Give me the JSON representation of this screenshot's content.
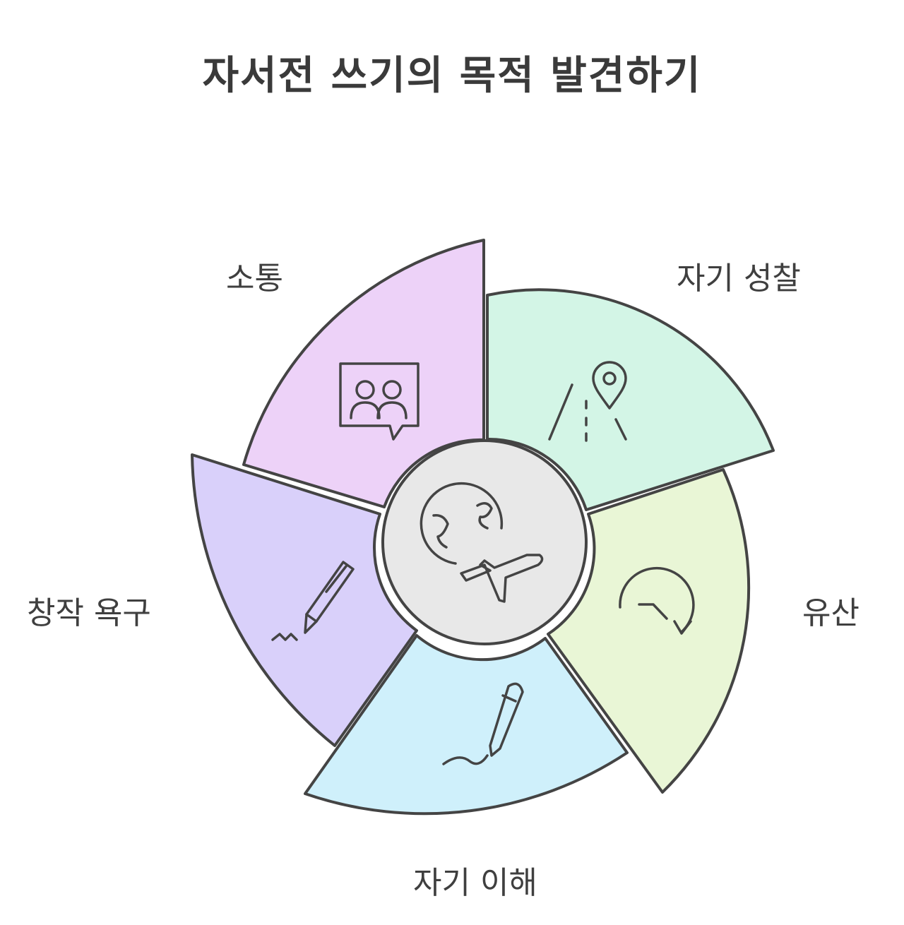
{
  "title": "자서전 쓰기의 목적 발견하기",
  "segments": [
    {
      "label": "소통",
      "color": "#edd2f8",
      "icon": "group-chat-icon"
    },
    {
      "label": "자기 성찰",
      "color": "#d3f5e6",
      "icon": "path-location-icon"
    },
    {
      "label": "유산",
      "color": "#e9f6d6",
      "icon": "rotate-arrow-icon"
    },
    {
      "label": "자기 이해",
      "color": "#cff0fb",
      "icon": "pen-writing-icon"
    },
    {
      "label": "창작 욕구",
      "color": "#d9d0fa",
      "icon": "fountain-pen-icon"
    }
  ],
  "center": {
    "color": "#e8e8e8",
    "icon": "globe-airplane-icon"
  }
}
